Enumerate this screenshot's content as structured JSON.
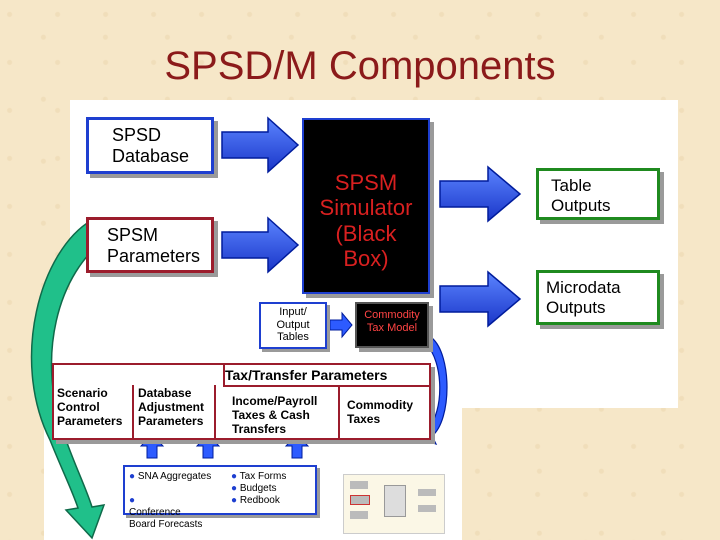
{
  "title": "SPSD/M Components",
  "boxes": {
    "spsd_database": "SPSD\nDatabase",
    "spsm_parameters": "SPSM\nParameters",
    "simulator": "SPSM\nSimulator\n(Black\nBox)",
    "table_outputs": "Table\nOutputs",
    "microdata_outputs": "Microdata\nOutputs",
    "io_tables": "Input/\nOutput\nTables",
    "commodity_tax_model": "Commodity\nTax Model",
    "tax_transfer_header": "Tax/Transfer Parameters",
    "scenario_control": "Scenario\nControl\nParameters",
    "database_adjustment": "Database\nAdjustment\nParameters",
    "income_payroll": "Income/Payroll\nTaxes & Cash\nTransfers",
    "commodity_taxes": "Commodity\nTaxes"
  },
  "sources_left": [
    "SNA Aggregates",
    "Conference\nBoard Forecasts"
  ],
  "sources_right": [
    "Tax Forms",
    "Budgets",
    "Redbook"
  ],
  "colors": {
    "title": "#8b1a1a",
    "blue": "#1e3fd0",
    "red": "#9b1c2c",
    "green": "#1f8a1f",
    "teal": "#20c08a",
    "black_box": "#000000"
  }
}
